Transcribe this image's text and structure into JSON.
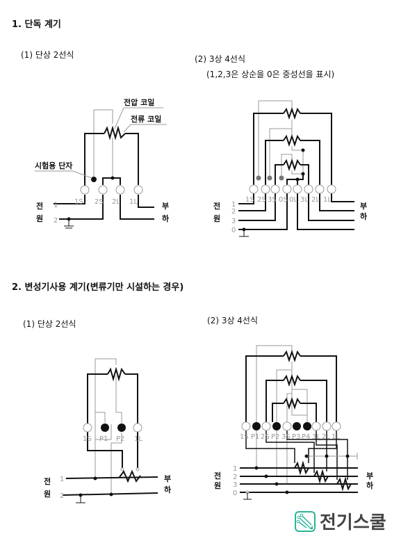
{
  "section1": {
    "title": "1. 단독 계기",
    "sub1": "(1) 단상 2선식",
    "sub2": "(2) 3상 4선식",
    "sub2_note": "(1,2,3은 상순을 0은 중성선을 표시)"
  },
  "section2": {
    "title": "2. 변성기사용 계기(변류기만 시설하는 경우)",
    "sub1": "(1) 단상 2선식",
    "sub2": "(2) 3상 4선식"
  },
  "labels": {
    "voltage_coil": "전압 코일",
    "current_coil": "전류 코일",
    "test_terminal": "시험용 단자",
    "source_1": "전",
    "source_2": "원",
    "load_1": "부",
    "load_2": "하",
    "line_1": "1",
    "line_2": "2",
    "line_3": "3",
    "line_0": "0",
    "d1_terms": [
      "1S",
      "2S",
      "2L",
      "1L"
    ],
    "d2_terms": [
      "1S",
      "2S",
      "3S",
      "0S",
      "0L",
      "3L",
      "2L",
      "1L"
    ],
    "d3_terms": [
      "1S",
      "P1",
      "P2",
      "1L"
    ],
    "d4_terms": [
      "1S",
      "P1",
      "2S",
      "P2",
      "3S",
      "P3",
      "P4",
      "3L",
      "2L",
      "1L"
    ]
  },
  "logo": {
    "text": "전기스쿨",
    "color": "#2bb39a"
  }
}
